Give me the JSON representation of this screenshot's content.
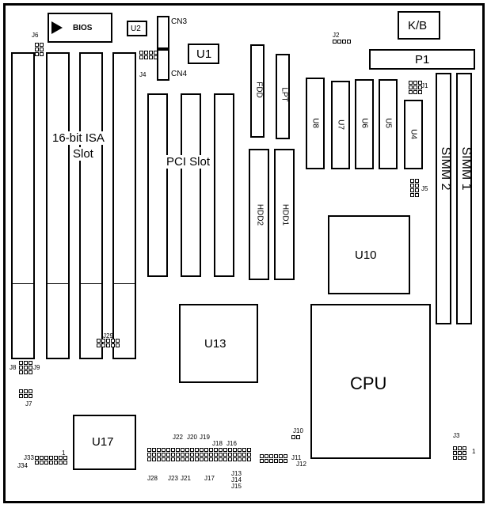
{
  "labels": {
    "bios": "BIOS",
    "u2": "U2",
    "cn3": "CN3",
    "cn4": "CN4",
    "u1": "U1",
    "kb": "K/B",
    "p1": "P1",
    "isa_line1": "16-bit ISA",
    "isa_line2": "Slot",
    "pci": "PCI Slot",
    "fdd": "FDD",
    "lpt": "LPT",
    "hdd1": "HDD1",
    "hdd2": "HDD2",
    "u4": "U4",
    "u5": "U5",
    "u6": "U6",
    "u7": "U7",
    "u8": "U8",
    "simm1": "SIMM 1",
    "simm2": "SIMM 2",
    "u10": "U10",
    "u13": "U13",
    "cpu": "CPU",
    "u17": "U17"
  },
  "jumpers": {
    "j6": "J6",
    "j4": "J4",
    "j2": "J2",
    "j1": "J1",
    "j3": "J3",
    "j5": "J5",
    "j8": "J8",
    "j9": "J9",
    "j7": "J7",
    "j33": "J33",
    "j34": "J34",
    "j10": "J10",
    "j11": "J11",
    "j12": "J12",
    "j13": "J13",
    "j14": "J14",
    "j15": "J15",
    "j16": "J16",
    "j17": "J17",
    "j18": "J18",
    "j19": "J19",
    "j20": "J20",
    "j21": "J21",
    "j22": "J22",
    "j23": "J23",
    "j28": "J28",
    "j29": "J29",
    "pin1": "1"
  }
}
